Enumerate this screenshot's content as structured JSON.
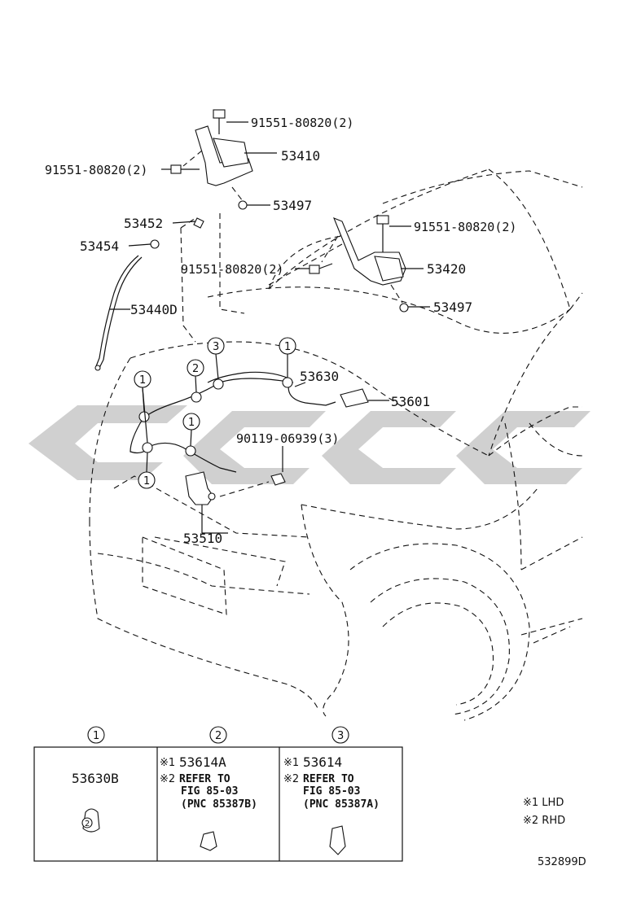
{
  "labels": {
    "p91551_a": "91551-80820(2)",
    "p91551_b": "91551-80820(2)",
    "p91551_c": "91551-80820(2)",
    "p91551_d": "91551-80820(2)",
    "p53410": "53410",
    "p53497_a": "53497",
    "p53497_b": "53497",
    "p53452": "53452",
    "p53454": "53454",
    "p53440D": "53440D",
    "p53420": "53420",
    "p53630": "53630",
    "p53601": "53601",
    "p90119": "90119-06939(3)",
    "p53510": "53510"
  },
  "callouts": {
    "c1": "1",
    "c2": "2",
    "c3": "3"
  },
  "legend": {
    "box1_title": "1",
    "box1_part": "53630B",
    "box1_inner": "2",
    "box2_title": "2",
    "box2_mark": "※1",
    "box2_part": "53614A",
    "box2_mark2": "※2",
    "box2_line1": "REFER TO",
    "box2_line2": "FIG 85-03",
    "box2_line3": "(PNC 85387B)",
    "box3_title": "3",
    "box3_mark": "※1",
    "box3_part": "53614",
    "box3_mark2": "※2",
    "box3_line1": "REFER TO",
    "box3_line2": "FIG 85-03",
    "box3_line3": "(PNC 85387A)"
  },
  "notes": {
    "lhd": "※1  LHD",
    "rhd": "※2  RHD",
    "fig_id": "532899D"
  }
}
